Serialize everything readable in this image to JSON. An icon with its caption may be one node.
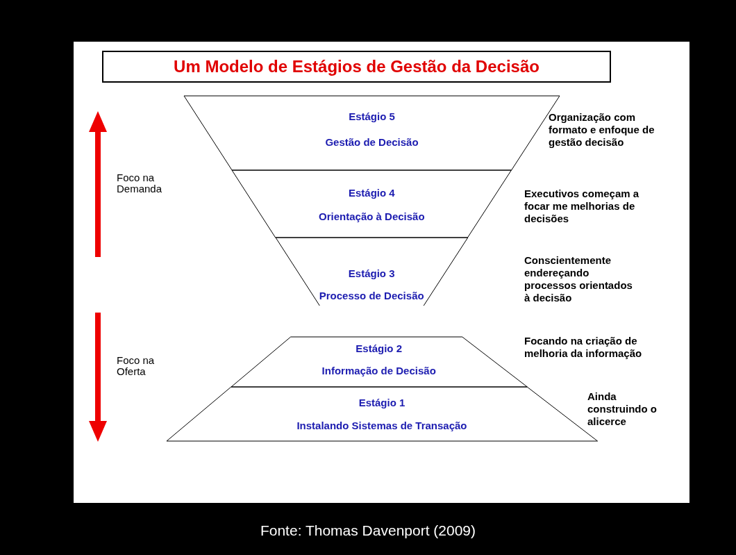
{
  "diagram": {
    "title": "Um Modelo de Estágios de Gestão da Decisão",
    "caption": "Fonte: Thomas Davenport (2009)",
    "nodes": [
      {
        "text": [
          "Estágio 5",
          "Gestão de Decisão"
        ]
      },
      {
        "text": [
          "Estágio 4",
          "Orientação à Decisão"
        ]
      },
      {
        "text": [
          "Estágio 3",
          "Processo de Decisão"
        ]
      },
      {
        "text": [
          "Estágio 2",
          "Informação de Decisão"
        ]
      },
      {
        "text": [
          "Estágio 1",
          "Instalando Sistemas de Transação"
        ]
      }
    ],
    "labels": [
      "Organização com formato e enfoque de gestão decisão",
      "Foco na Demanda",
      "Executivos começam a focar me melhorias de decisões",
      "Conscientemente endereçando processos orientados à decisão",
      "Focando na criação de melhoria da informação",
      "Foco na Oferta",
      "Ainda construindo o alicerce"
    ]
  }
}
